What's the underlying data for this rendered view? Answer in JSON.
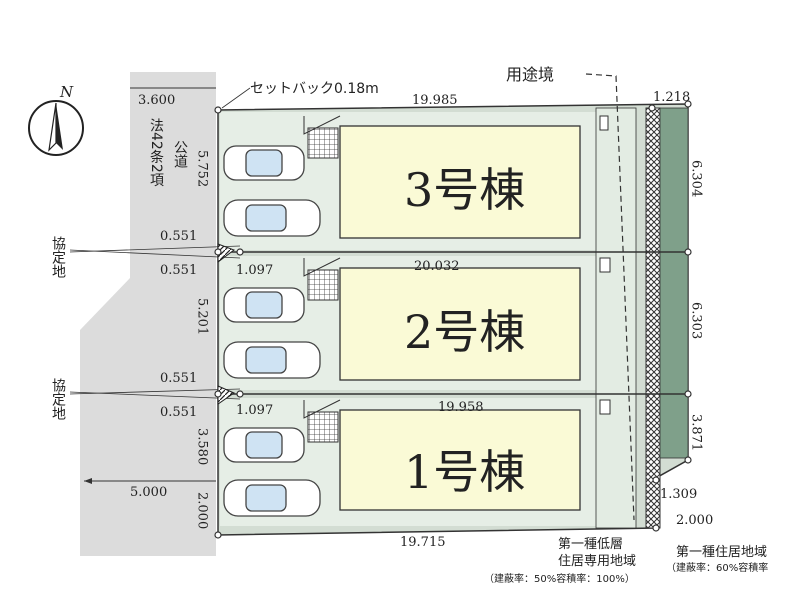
{
  "north": {
    "letter": "N"
  },
  "setback": {
    "label": "セットバック0.18m"
  },
  "road": {
    "width_label": "3.600",
    "type_label": "法42条2項",
    "public_label": "公道",
    "lower_width_label": "5.000"
  },
  "agreement_land": {
    "label": "協定地"
  },
  "zone_boundary": {
    "label": "用途境"
  },
  "lots": [
    {
      "label": "3号棟",
      "front_depth": "5.752",
      "side_depth": "6.304",
      "top_width": "19.985"
    },
    {
      "label": "2号棟",
      "front_depth": "5.201",
      "side_depth": "6.303",
      "top_width": "20.032"
    },
    {
      "label": "1号棟",
      "front_depth": "3.580",
      "side_depth": "3.871",
      "top_width": "19.958"
    }
  ],
  "dimensions": {
    "top_right": "1.218",
    "bottom_front": "2.000",
    "bottom_width": "19.715",
    "right_step": "1.309",
    "right_bottom": "2.000",
    "gap_a": "0.551",
    "gap_b": "0.551",
    "gap_c": "0.551",
    "gap_d": "0.551",
    "offset_1": "1.097",
    "offset_2": "1.097"
  },
  "zones": {
    "low_rise_title_1": "第一種低層",
    "low_rise_title_2": "住居専用地域",
    "low_rise_ratio": "（建蔽率：50%容積率：100%）",
    "residential_title": "第一種住居地域",
    "residential_ratio": "（建蔽率：60%容積率"
  },
  "colors": {
    "road": "#dcdcdc",
    "lot_green": "#d3ddd3",
    "lot_light": "#e6eee6",
    "building": "#fafad6",
    "strip_green": "#7fa08a"
  }
}
